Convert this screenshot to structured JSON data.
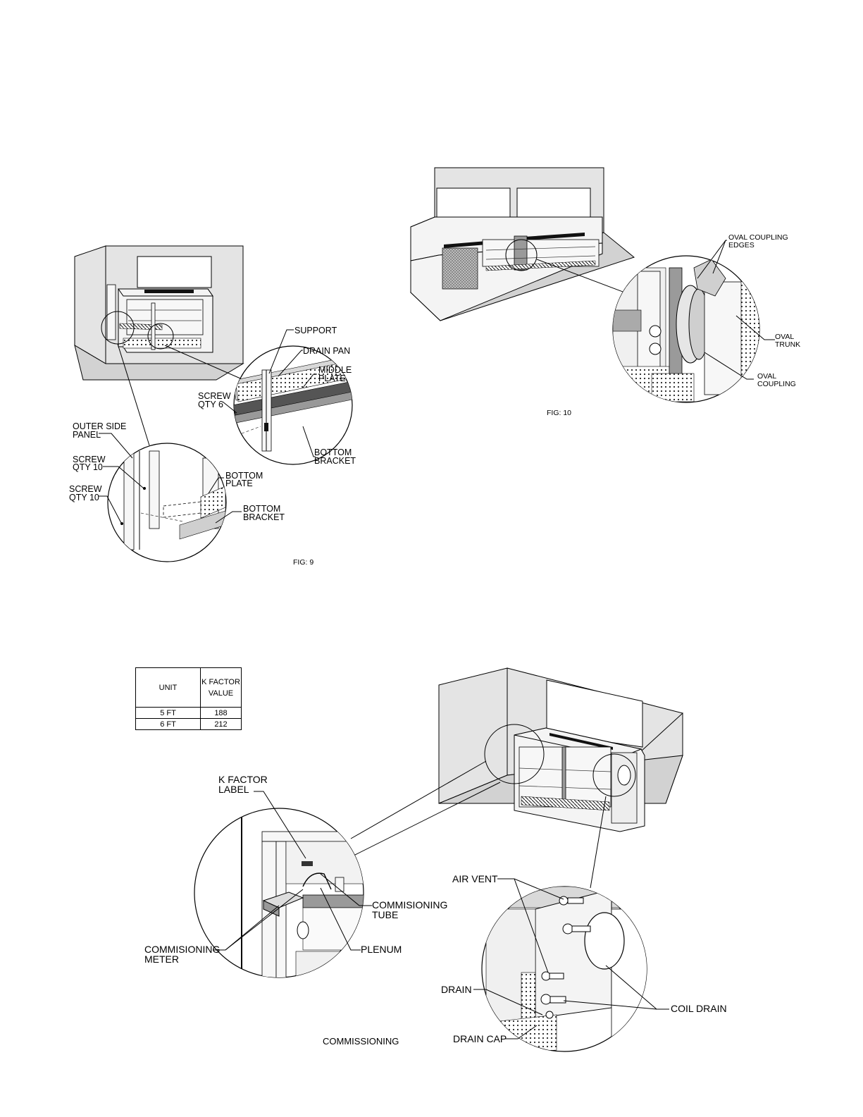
{
  "fig9": {
    "caption": "FIG: 9",
    "labels": {
      "support": "SUPPORT",
      "drain_pan": "DRAIN PAN",
      "middle_plate_1": "MIDDLE",
      "middle_plate_2": "PLATE",
      "screw_qty6_1": "SCREW",
      "screw_qty6_2": "QTY 6",
      "bottom_bracket_top_1": "BOTTOM",
      "bottom_bracket_top_2": "BRACKET",
      "outer_side_panel_1": "OUTER SIDE",
      "outer_side_panel_2": "PANEL",
      "screw_qty10a_1": "SCREW",
      "screw_qty10a_2": "QTY 10",
      "screw_qty10b_1": "SCREW",
      "screw_qty10b_2": "QTY 10",
      "bottom_plate_1": "BOTTOM",
      "bottom_plate_2": "PLATE",
      "bottom_bracket_low_1": "BOTTOM",
      "bottom_bracket_low_2": "BRACKET"
    }
  },
  "fig10": {
    "caption": "FIG: 10",
    "labels": {
      "oval_coupling_edges_1": "OVAL COUPLING",
      "oval_coupling_edges_2": "EDGES",
      "oval_trunk_1": "OVAL",
      "oval_trunk_2": "TRUNK",
      "oval_coupling_1": "OVAL",
      "oval_coupling_2": "COUPLING"
    }
  },
  "kfactor_table": {
    "header_unit": "UNIT",
    "header_kfactor_1": "K FACTOR",
    "header_kfactor_2": "VALUE",
    "rows": [
      {
        "unit": "5 FT",
        "value": "188"
      },
      {
        "unit": "6 FT",
        "value": "212"
      }
    ]
  },
  "commissioning": {
    "caption": "COMMISSIONING",
    "labels": {
      "k_factor_label_1": "K FACTOR",
      "k_factor_label_2": "LABEL",
      "commisioning_tube_1": "COMMISIONING",
      "commisioning_tube_2": "TUBE",
      "commisioning_meter_1": "COMMISIONING",
      "commisioning_meter_2": "METER",
      "plenum": "PLENUM",
      "air_vent": "AIR VENT",
      "drain": "DRAIN",
      "coil_drain": "COIL DRAIN",
      "drain_cap": "DRAIN CAP"
    }
  }
}
